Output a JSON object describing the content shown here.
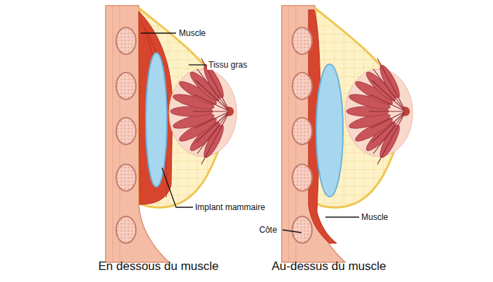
{
  "diagram": {
    "labels": [
      "Muscle",
      "Tissu gras",
      "Implant mammaire",
      "Muscle",
      "Côte",
      "En dessous du muscle",
      "Au-dessus du muscle"
    ]
  }
}
